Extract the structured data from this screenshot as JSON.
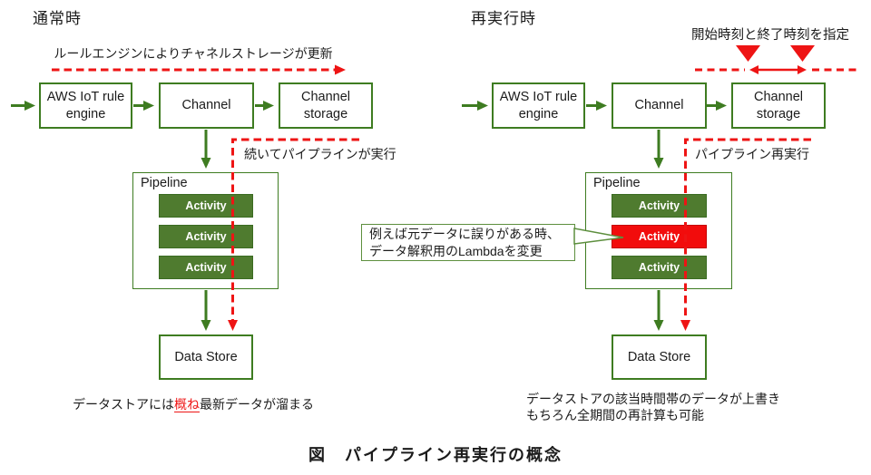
{
  "caption": "図　パイプライン再実行の概念",
  "colors": {
    "green_border": "#3e7c21",
    "green_fill": "#4f7b2f",
    "red": "#ee1414",
    "red_activity_fill": "#f20c0c",
    "text": "#1b1b1b"
  },
  "nodes": {
    "rule_engine": "AWS IoT rule engine",
    "channel": "Channel",
    "channel_storage": "Channel storage",
    "pipeline": "Pipeline",
    "activity": "Activity",
    "data_store": "Data Store"
  },
  "left": {
    "title": "通常時",
    "storage_update_label": "ルールエンジンによりチャネルストレージが更新",
    "pipeline_run_label": "続いてパイプラインが実行",
    "bottom_note": {
      "pre": "データストアには",
      "highlight": "概ね",
      "post": "最新データが溜まる"
    }
  },
  "right": {
    "title": "再実行時",
    "time_range_label": "開始時刻と終了時刻を指定",
    "pipeline_rerun_label": "パイプライン再実行",
    "callout": {
      "line1": "例えば元データに誤りがある時、",
      "line2": "データ解釈用のLambdaを変更"
    },
    "bottom_note_line1": "データストアの該当時間帯のデータが上書き",
    "bottom_note_line2": "もちろん全期間の再計算も可能"
  }
}
